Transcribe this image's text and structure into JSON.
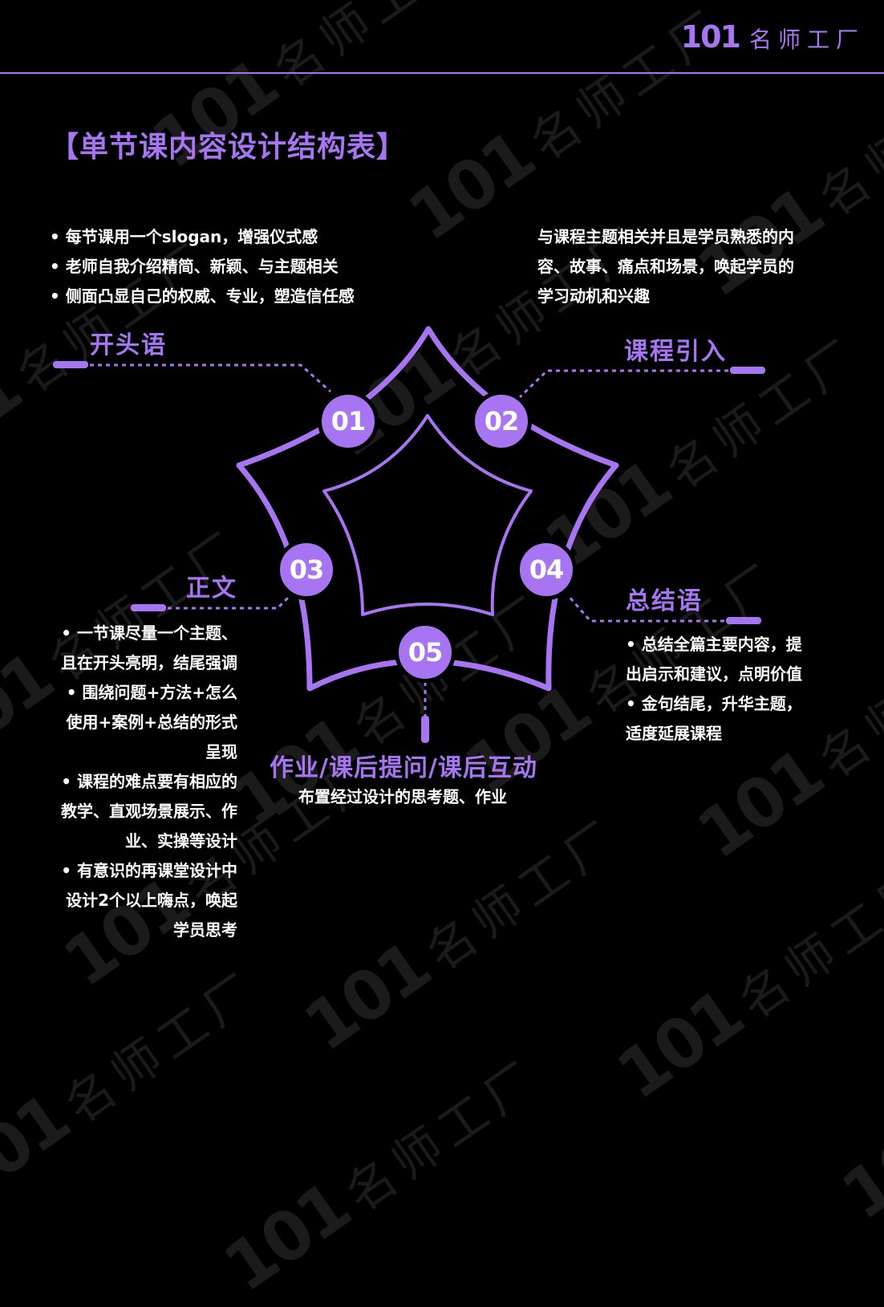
{
  "header": {
    "brand_number": "101",
    "brand_name": "名师工厂",
    "accent_color": "#a875f2"
  },
  "page_title": "【单节课内容设计结构表】",
  "watermark": {
    "number": "101",
    "text": "名师工厂"
  },
  "steps": [
    {
      "number": "01",
      "label": "开头语",
      "bullets": [
        "• 每节课用一个slogan，增强仪式感",
        "• 老师自我介绍精简、新颖、与主题相关",
        "• 侧面凸显自己的权威、专业，塑造信任感"
      ]
    },
    {
      "number": "02",
      "label": "课程引入",
      "lines": [
        "与课程主题相关并且是学员熟悉的内",
        "容、故事、痛点和场景，唤起学员的",
        "学习动机和兴趣"
      ]
    },
    {
      "number": "03",
      "label": "正文",
      "lines": [
        "• 一节课尽量一个主题、",
        "且在开头亮明，结尾强调",
        "• 围绕问题+方法+怎么",
        "使用+案例+总结的形式",
        "呈现",
        "• 课程的难点要有相应的",
        "教学、直观场景展示、作",
        "业、实操等设计",
        "• 有意识的再课堂设计中",
        "设计2个以上嗨点，唤起",
        "学员思考"
      ]
    },
    {
      "number": "04",
      "label": "总结语",
      "lines": [
        "• 总结全篇主要内容，提",
        "出启示和建议，点明价值",
        "• 金句结尾，升华主题，",
        "适度延展课程"
      ]
    },
    {
      "number": "05",
      "label": "作业/课后提问/课后互动",
      "lines": [
        "布置经过设计的思考题、作业"
      ]
    }
  ]
}
